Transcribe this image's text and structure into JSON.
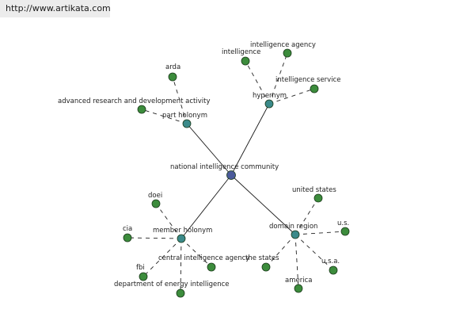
{
  "header": {
    "url": "http://www.artikata.com"
  },
  "colors": {
    "center": "#4a5a9a",
    "relation": "#3b8a8a",
    "leaf": "#3c8c3c",
    "node_stroke": "#1a3a1a",
    "edge": "#1a1a1a"
  },
  "graph": {
    "center": {
      "id": "center",
      "label": "national intelligence community"
    },
    "relations": [
      {
        "id": "hypernym",
        "label": "hypernym"
      },
      {
        "id": "part-holonym",
        "label": "part holonym"
      },
      {
        "id": "member-holonym",
        "label": "member holonym"
      },
      {
        "id": "domain-region",
        "label": "domain region"
      }
    ],
    "leaves": [
      {
        "id": "intelligence",
        "parent": "hypernym",
        "label": "intelligence"
      },
      {
        "id": "intelligence-agency",
        "parent": "hypernym",
        "label": "intelligence agency"
      },
      {
        "id": "intelligence-service",
        "parent": "hypernym",
        "label": "intelligence service"
      },
      {
        "id": "arda",
        "parent": "part-holonym",
        "label": "arda"
      },
      {
        "id": "advanced-research",
        "parent": "part-holonym",
        "label": "advanced research and development activity"
      },
      {
        "id": "doei",
        "parent": "member-holonym",
        "label": "doei"
      },
      {
        "id": "cia",
        "parent": "member-holonym",
        "label": "cia"
      },
      {
        "id": "fbi",
        "parent": "member-holonym",
        "label": "fbi"
      },
      {
        "id": "doe-intelligence",
        "parent": "member-holonym",
        "label": "department of energy intelligence"
      },
      {
        "id": "central-intelligence-agency",
        "parent": "member-holonym",
        "label": "central intelligence agency"
      },
      {
        "id": "united-states",
        "parent": "domain-region",
        "label": "united states"
      },
      {
        "id": "us",
        "parent": "domain-region",
        "label": "u.s."
      },
      {
        "id": "usa",
        "parent": "domain-region",
        "label": "u.s.a."
      },
      {
        "id": "america",
        "parent": "domain-region",
        "label": "america"
      },
      {
        "id": "the-states",
        "parent": "domain-region",
        "label": "the states"
      }
    ]
  }
}
